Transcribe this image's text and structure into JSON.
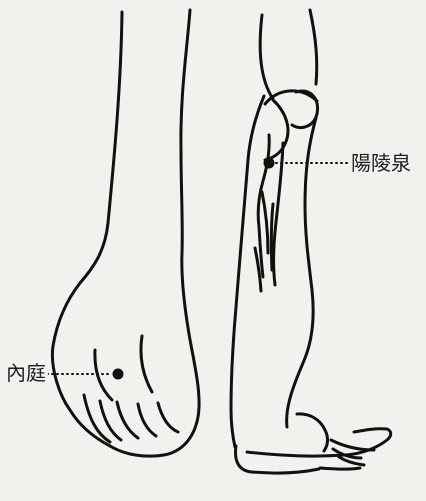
{
  "acupoints": [
    {
      "id": "yanglingquan",
      "label": "陽陵泉",
      "side": "right"
    },
    {
      "id": "neiting",
      "label": "內庭",
      "side": "left"
    }
  ],
  "colors": {
    "background": "#f3f1ee",
    "line": "#111111",
    "label_text": "#1d1d1d"
  }
}
